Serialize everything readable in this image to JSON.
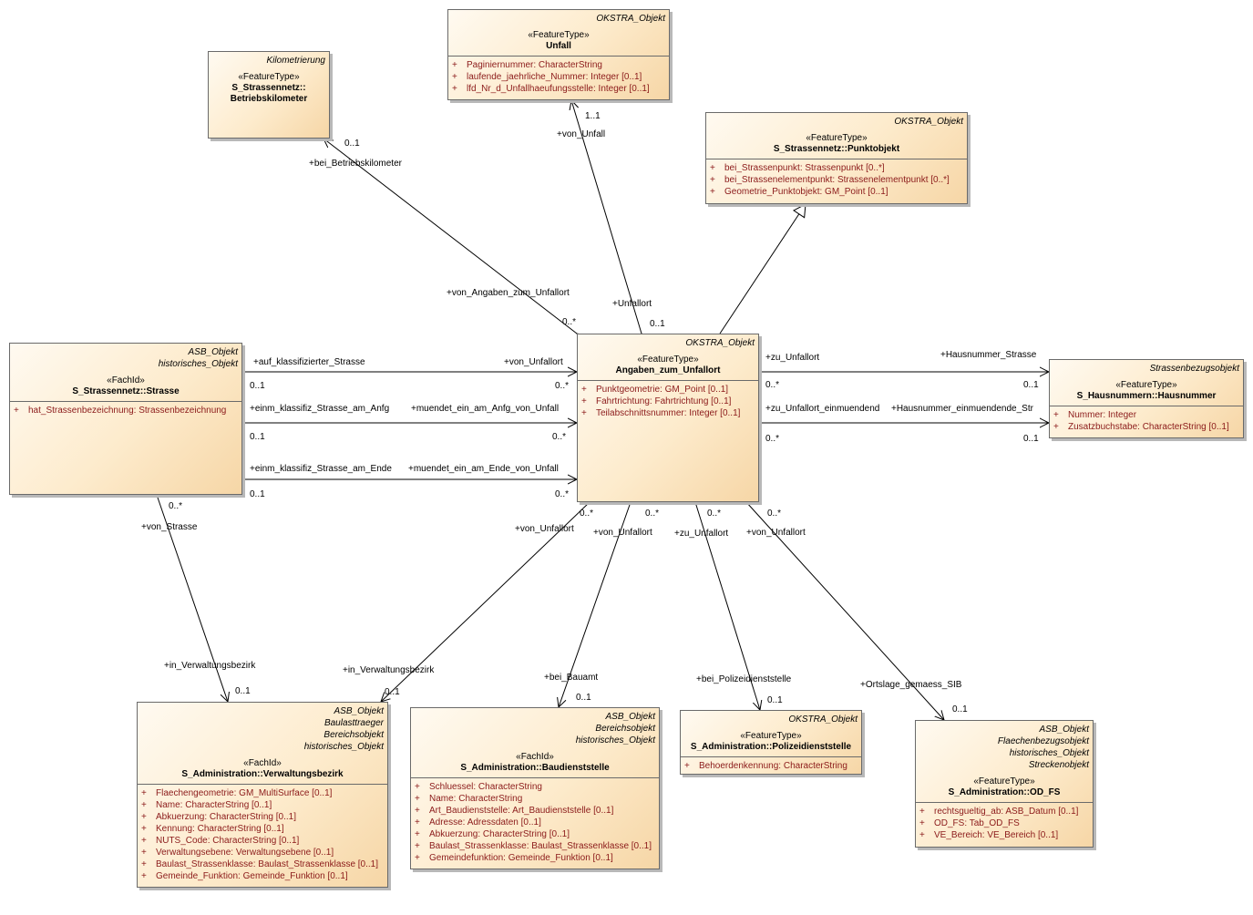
{
  "classes": [
    {
      "id": "unfall",
      "tags": [
        "OKSTRA_Objekt"
      ],
      "stereotype": "«FeatureType»",
      "name": [
        "Unfall"
      ],
      "attributes": [
        "Paginiernummer: CharacterString",
        "laufende_jaehrliche_Nummer: Integer [0..1]",
        "lfd_Nr_d_Unfallhaeufungsstelle: Integer [0..1]"
      ]
    },
    {
      "id": "betriebskilometer",
      "tags": [
        "Kilometrierung"
      ],
      "stereotype": "«FeatureType»",
      "name": [
        "S_Strassennetz::",
        "Betriebskilometer"
      ],
      "attributes": []
    },
    {
      "id": "punktobjekt",
      "tags": [
        "OKSTRA_Objekt"
      ],
      "stereotype": "«FeatureType»",
      "name": [
        "S_Strassennetz::Punktobjekt"
      ],
      "attributes": [
        "bei_Strassenpunkt: Strassenpunkt [0..*]",
        "bei_Strassenelementpunkt: Strassenelementpunkt [0..*]",
        "Geometrie_Punktobjekt: GM_Point [0..1]"
      ]
    },
    {
      "id": "strasse",
      "tags": [
        "ASB_Objekt",
        "historisches_Objekt"
      ],
      "stereotype": "«FachId»",
      "name": [
        "S_Strassennetz::Strasse"
      ],
      "attributes": [
        "hat_Strassenbezeichnung: Strassenbezeichnung"
      ]
    },
    {
      "id": "angaben",
      "tags": [
        "OKSTRA_Objekt"
      ],
      "stereotype": "«FeatureType»",
      "name": [
        "Angaben_zum_Unfallort"
      ],
      "attributes": [
        "Punktgeometrie: GM_Point [0..1]",
        "Fahrtrichtung: Fahrtrichtung [0..1]",
        "Teilabschnittsnummer: Integer [0..1]"
      ]
    },
    {
      "id": "hausnummer",
      "tags": [
        "Strassenbezugsobjekt"
      ],
      "stereotype": "«FeatureType»",
      "name": [
        "S_Hausnummern::Hausnummer"
      ],
      "attributes": [
        "Nummer: Integer",
        "Zusatzbuchstabe: CharacterString [0..1]"
      ]
    },
    {
      "id": "verwaltungsbezirk",
      "tags": [
        "ASB_Objekt",
        "Baulasttraeger",
        "Bereichsobjekt",
        "historisches_Objekt"
      ],
      "stereotype": "«FachId»",
      "name": [
        "S_Administration::Verwaltungsbezirk"
      ],
      "attributes": [
        "Flaechengeometrie: GM_MultiSurface [0..1]",
        "Name: CharacterString [0..1]",
        "Abkuerzung: CharacterString [0..1]",
        "Kennung: CharacterString [0..1]",
        "NUTS_Code: CharacterString [0..1]",
        "Verwaltungsebene: Verwaltungsebene [0..1]",
        "Baulast_Strassenklasse: Baulast_Strassenklasse [0..1]",
        "Gemeinde_Funktion: Gemeinde_Funktion [0..1]"
      ]
    },
    {
      "id": "baudienststelle",
      "tags": [
        "ASB_Objekt",
        "Bereichsobjekt",
        "historisches_Objekt"
      ],
      "stereotype": "«FachId»",
      "name": [
        "S_Administration::Baudienststelle"
      ],
      "attributes": [
        "Schluessel: CharacterString",
        "Name: CharacterString",
        "Art_Baudienststelle: Art_Baudienststelle [0..1]",
        "Adresse: Adressdaten [0..1]",
        "Abkuerzung: CharacterString [0..1]",
        "Baulast_Strassenklasse: Baulast_Strassenklasse [0..1]",
        "Gemeindefunktion: Gemeinde_Funktion [0..1]"
      ]
    },
    {
      "id": "polizei",
      "tags": [
        "OKSTRA_Objekt"
      ],
      "stereotype": "«FeatureType»",
      "name": [
        "S_Administration::Polizeidienststelle"
      ],
      "attributes": [
        "Behoerdenkennung: CharacterString"
      ]
    },
    {
      "id": "odfs",
      "tags": [
        "ASB_Objekt",
        "Flaechenbezugsobjekt",
        "historisches_Objekt",
        "Streckenobjekt"
      ],
      "stereotype": "«FeatureType»",
      "name": [
        "S_Administration::OD_FS"
      ],
      "attributes": [
        "rechtsgueltig_ab: ASB_Datum [0..1]",
        "OD_FS: Tab_OD_FS",
        "VE_Bereich: VE_Bereich [0..1]"
      ]
    }
  ],
  "visibility_symbol": "+",
  "labels": [
    "1..1",
    "+von_Unfall",
    "0..1",
    "+bei_Betriebskilometer",
    "+von_Angaben_zum_Unfallort",
    "0..*",
    "+Unfallort",
    "0..1",
    "+auf_klassifizierter_Strasse",
    "+von_Unfallort",
    "0..1",
    "0..*",
    "+einm_klassifiz_Strasse_am_Anfg",
    "+muendet_ein_am_Anfg_von_Unfall",
    "0..1",
    "0..*",
    "+einm_klassifiz_Strasse_am_Ende",
    "+muendet_ein_am_Ende_von_Unfall",
    "0..1",
    "0..*",
    "+zu_Unfallort",
    "+Hausnummer_Strasse",
    "0..*",
    "0..1",
    "+zu_Unfallort_einmuendend",
    "+Hausnummer_einmuendende_Str",
    "0..*",
    "0..1",
    "0..*",
    "+von_Strasse",
    "+in_Verwaltungsbezirk",
    "0..1",
    "0..*",
    "+von_Unfallort",
    "+in_Verwaltungsbezirk",
    "0..1",
    "0..*",
    "+von_Unfallort",
    "+bei_Bauamt",
    "0..1",
    "0..*",
    "+zu_Unfallort",
    "+bei_Polizeidienststelle",
    "0..1",
    "0..*",
    "+von_Unfallort",
    "+Ortslage_gemaess_SIB",
    "0..1"
  ]
}
